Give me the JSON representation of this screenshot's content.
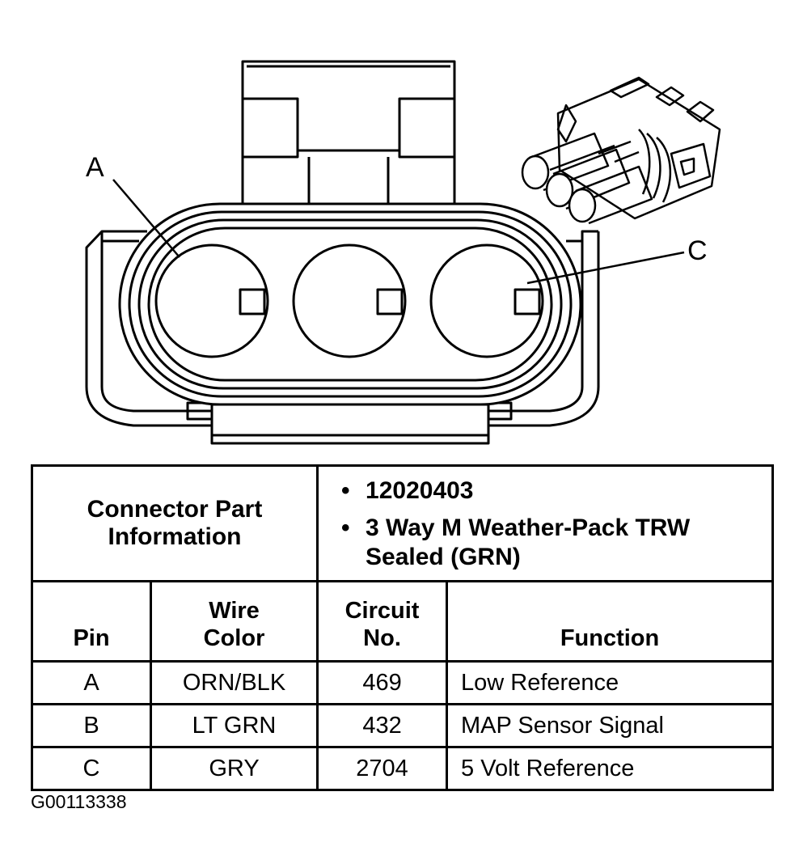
{
  "callouts": {
    "pin_a": "A",
    "pin_c": "C"
  },
  "connector_info": {
    "label_line1": "Connector Part",
    "label_line2": "Information",
    "part_number": "12020403",
    "description_line1": "3 Way M Weather-Pack TRW",
    "description_line2": "Sealed (GRN)"
  },
  "table": {
    "headers": {
      "pin": "Pin",
      "wire_color_line1": "Wire",
      "wire_color_line2": "Color",
      "circuit_line1": "Circuit",
      "circuit_line2": "No.",
      "function": "Function"
    },
    "rows": [
      {
        "pin": "A",
        "wire_color": "ORN/BLK",
        "circuit": "469",
        "function": "Low Reference"
      },
      {
        "pin": "B",
        "wire_color": "LT GRN",
        "circuit": "432",
        "function": "MAP Sensor Signal"
      },
      {
        "pin": "C",
        "wire_color": "GRY",
        "circuit": "2704",
        "function": "5 Volt Reference"
      }
    ]
  },
  "figure_id": "G00113338"
}
